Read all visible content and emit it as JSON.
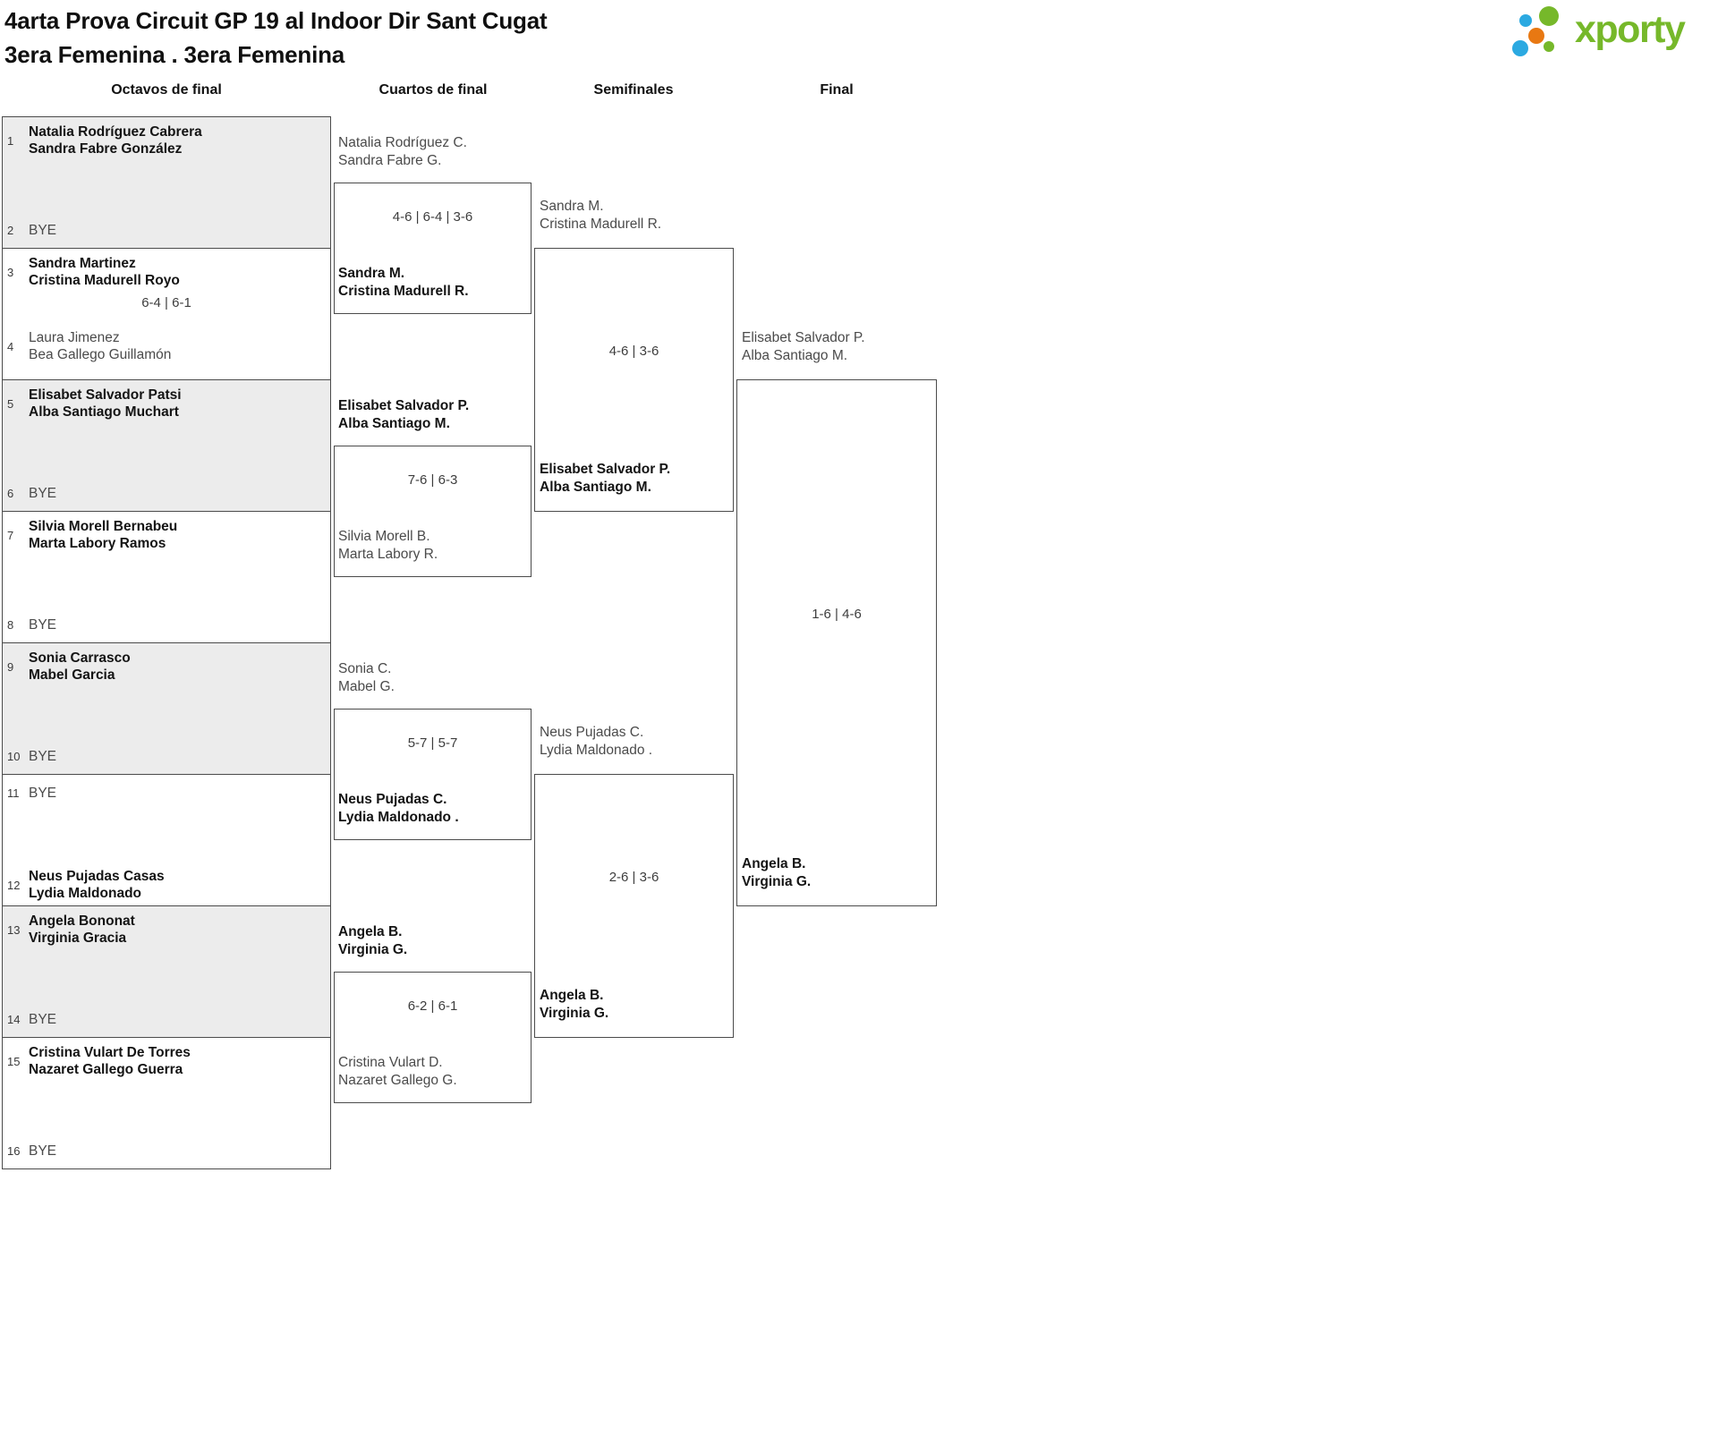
{
  "title": "4arta Prova Circuit GP 19 al Indoor Dir Sant Cugat",
  "subtitle": "3era Femenina . 3era Femenina",
  "logo": {
    "text": "xporty",
    "green": "#76b82a",
    "blue": "#2ba9e1",
    "orange": "#e87812"
  },
  "octavos": {
    "header": "Octavos de final",
    "matches": [
      {
        "score": "",
        "top": {
          "seed": "1",
          "lines": [
            "Natalia Rodríguez Cabrera",
            "Sandra Fabre González"
          ],
          "winner": true
        },
        "bottom": {
          "seed": "2",
          "lines": [
            "BYE"
          ],
          "winner": false
        }
      },
      {
        "score": "6-4 | 6-1",
        "top": {
          "seed": "3",
          "lines": [
            "Sandra Martinez",
            "Cristina Madurell Royo"
          ],
          "winner": true
        },
        "bottom": {
          "seed": "4",
          "lines": [
            "Laura Jimenez",
            "Bea Gallego Guillamón"
          ],
          "winner": false
        }
      },
      {
        "score": "",
        "top": {
          "seed": "5",
          "lines": [
            "Elisabet Salvador Patsi",
            "Alba Santiago Muchart"
          ],
          "winner": true
        },
        "bottom": {
          "seed": "6",
          "lines": [
            "BYE"
          ],
          "winner": false
        }
      },
      {
        "score": "",
        "top": {
          "seed": "7",
          "lines": [
            "Silvia Morell Bernabeu",
            "Marta Labory Ramos"
          ],
          "winner": true
        },
        "bottom": {
          "seed": "8",
          "lines": [
            "BYE"
          ],
          "winner": false
        }
      },
      {
        "score": "",
        "top": {
          "seed": "9",
          "lines": [
            "Sonia Carrasco",
            "Mabel Garcia"
          ],
          "winner": true
        },
        "bottom": {
          "seed": "10",
          "lines": [
            "BYE"
          ],
          "winner": false
        }
      },
      {
        "score": "",
        "top": {
          "seed": "11",
          "lines": [
            "BYE"
          ],
          "winner": false
        },
        "bottom": {
          "seed": "12",
          "lines": [
            "Neus Pujadas Casas",
            "Lydia Maldonado"
          ],
          "winner": true
        }
      },
      {
        "score": "",
        "top": {
          "seed": "13",
          "lines": [
            "Angela Bononat",
            "Virginia Gracia"
          ],
          "winner": true
        },
        "bottom": {
          "seed": "14",
          "lines": [
            "BYE"
          ],
          "winner": false
        }
      },
      {
        "score": "",
        "top": {
          "seed": "15",
          "lines": [
            "Cristina Vulart De Torres",
            "Nazaret Gallego Guerra"
          ],
          "winner": true
        },
        "bottom": {
          "seed": "16",
          "lines": [
            "BYE"
          ],
          "winner": false
        }
      }
    ]
  },
  "cuartos": {
    "header": "Cuartos de final",
    "matches": [
      {
        "score": "4-6 | 6-4 | 3-6",
        "top": {
          "lines": [
            "Natalia Rodríguez C.",
            "Sandra Fabre G."
          ],
          "winner": false
        },
        "bottom": {
          "lines": [
            "Sandra M.",
            "Cristina Madurell R."
          ],
          "winner": true
        }
      },
      {
        "score": "7-6 | 6-3",
        "top": {
          "lines": [
            "Elisabet Salvador P.",
            "Alba Santiago M."
          ],
          "winner": true
        },
        "bottom": {
          "lines": [
            "Silvia Morell B.",
            "Marta Labory R."
          ],
          "winner": false
        }
      },
      {
        "score": "5-7 | 5-7",
        "top": {
          "lines": [
            "Sonia C.",
            "Mabel G."
          ],
          "winner": false
        },
        "bottom": {
          "lines": [
            "Neus Pujadas C.",
            "Lydia Maldonado ."
          ],
          "winner": true
        }
      },
      {
        "score": "6-2 | 6-1",
        "top": {
          "lines": [
            "Angela B.",
            "Virginia G."
          ],
          "winner": true
        },
        "bottom": {
          "lines": [
            "Cristina Vulart D.",
            "Nazaret Gallego G."
          ],
          "winner": false
        }
      }
    ]
  },
  "semis": {
    "header": "Semifinales",
    "matches": [
      {
        "score": "4-6 | 3-6",
        "top": {
          "lines": [
            "Sandra M.",
            "Cristina Madurell R."
          ],
          "winner": false
        },
        "bottom": {
          "lines": [
            "Elisabet Salvador P.",
            "Alba Santiago M."
          ],
          "winner": true
        }
      },
      {
        "score": "2-6 | 3-6",
        "top": {
          "lines": [
            "Neus Pujadas C.",
            "Lydia Maldonado ."
          ],
          "winner": false
        },
        "bottom": {
          "lines": [
            "Angela B.",
            "Virginia G."
          ],
          "winner": true
        }
      }
    ]
  },
  "final": {
    "header": "Final",
    "matches": [
      {
        "score": "1-6 | 4-6",
        "top": {
          "lines": [
            "Elisabet Salvador P.",
            "Alba Santiago M."
          ],
          "winner": false
        },
        "bottom": {
          "lines": [
            "Angela B.",
            "Virginia G."
          ],
          "winner": true
        }
      }
    ]
  }
}
